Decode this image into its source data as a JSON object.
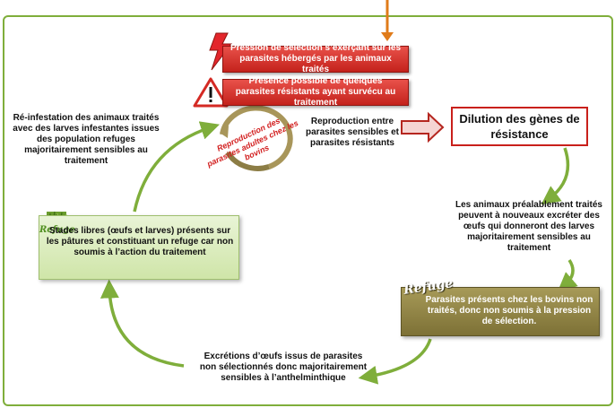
{
  "top_boxes": {
    "pression": "Pression de sélection s’exerçant sur les parasites hébergés par les animaux traités",
    "presence": "Présence possible de quelques parasites résistants ayant survécu au traitement"
  },
  "cycle_label": "Reproduction des parasites adultes chez les bovins",
  "reproduction_text": "Reproduction entre parasites sensibles et parasites résistants",
  "dilution": "Dilution des gènes de résistance",
  "animals_text": "Les animaux préalablement traités peuvent à nouveaux excréter des œufs qui donneront des larves majoritairement sensibles au traitement",
  "reinfestation_text": "Ré-infestation des animaux traités avec des larves infestantes issues des population refuges majoritairement sensibles au traitement",
  "stades_box": {
    "refuge_label": "Refuge",
    "text": "Stades libres (œufs et larves) présents sur les pâtures et constituant un refuge car non soumis à l’action du traitement"
  },
  "parasites_box": {
    "refuge_label": "Refuge",
    "text": "Parasites présents chez les bovins non traités, donc non soumis à la pression de sélection."
  },
  "excretion_text": "Excrétions d’œufs issus de parasites non sélectionnés donc majoritairement sensibles à l’anthelminthique",
  "colors": {
    "frame_green": "#7fae3b",
    "box_red": "#c4221c",
    "arrow_orange": "#e07b1a",
    "refuge_green": "#cfe5a8",
    "refuge_olive": "#7d7136"
  }
}
